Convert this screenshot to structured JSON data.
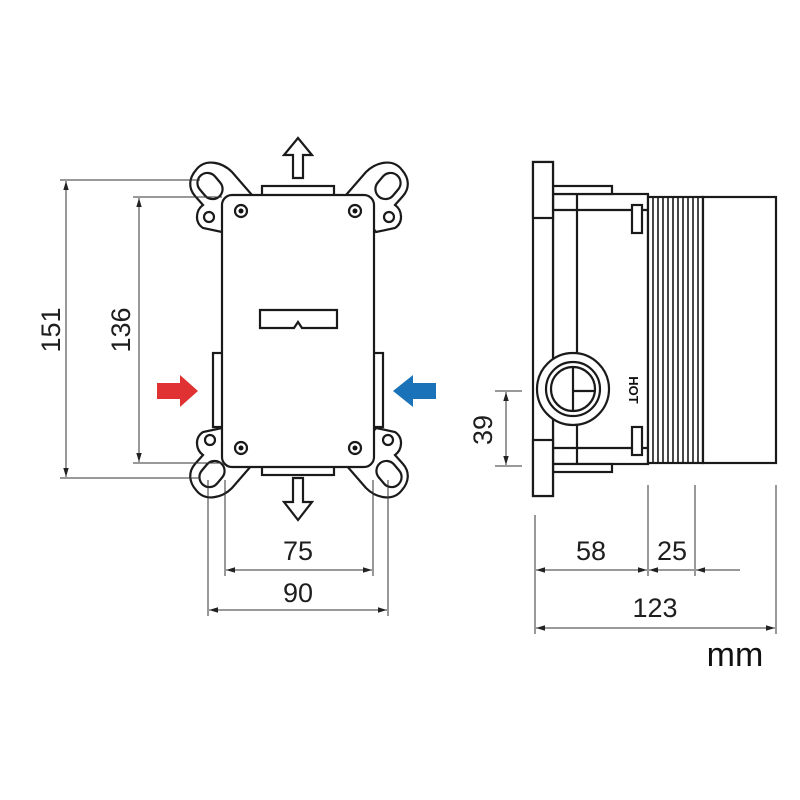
{
  "dimensions": {
    "front_height_outer": "151",
    "front_height_inner": "136",
    "front_width_inner": "75",
    "front_width_outer": "90",
    "side_inlet_offset": "39",
    "side_depth_body": "58",
    "side_depth_thread": "25",
    "side_depth_total": "123"
  },
  "unit": "mm",
  "side_label": "HOT",
  "colors": {
    "hot_arrow": "#e03232",
    "cold_arrow": "#1a73b8",
    "line": "#1a1a1a"
  }
}
